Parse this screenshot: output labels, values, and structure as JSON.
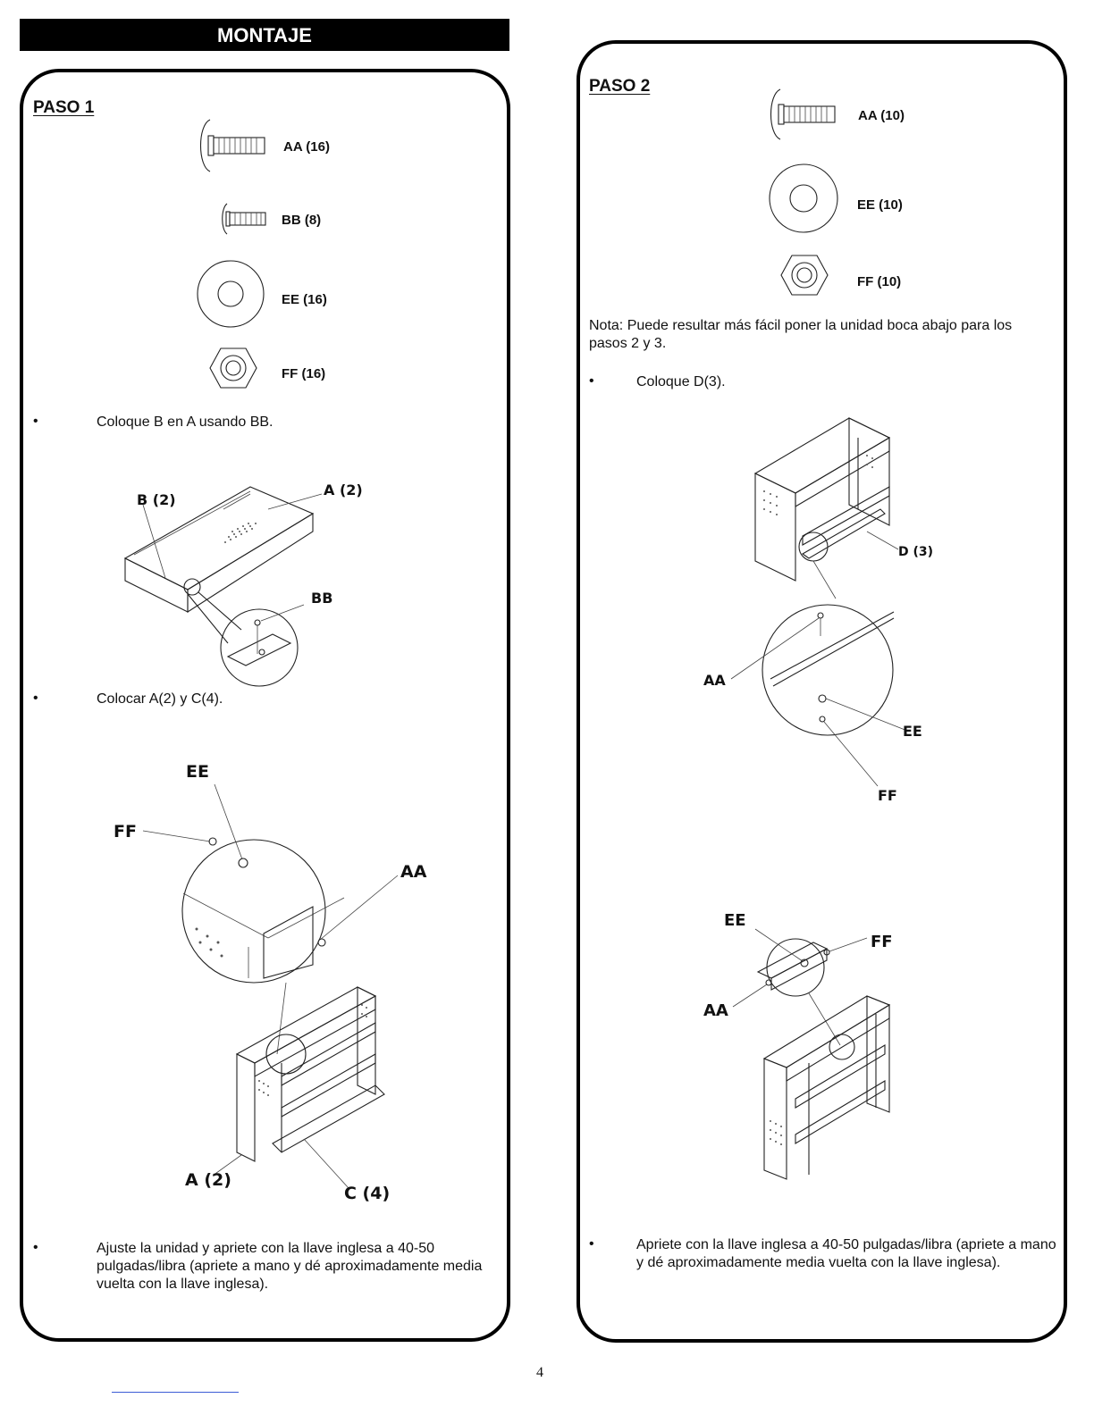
{
  "header": {
    "title": "MONTAJE"
  },
  "step1": {
    "title": "PASO 1",
    "hardware": [
      {
        "code": "AA (16)",
        "icon": "bolt-icon"
      },
      {
        "code": "BB (8)",
        "icon": "short-bolt-icon"
      },
      {
        "code": "EE (16)",
        "icon": "washer-icon"
      },
      {
        "code": "FF (16)",
        "icon": "hex-nut-icon"
      }
    ],
    "instructions": [
      "Coloque B en A usando BB.",
      "Colocar A(2) y C(4).",
      "Ajuste la unidad y apriete con la llave inglesa a  40-50 pulgadas/libra (apriete a mano y dé aproximadamente media vuelta con la llave inglesa)."
    ],
    "diagram1_labels": {
      "b": "B (2)",
      "a": "A (2)",
      "bb": "BB"
    },
    "diagram2_labels": {
      "ee": "EE",
      "ff": "FF",
      "aa": "AA",
      "a": "A (2)",
      "c": "C (4)"
    }
  },
  "step2": {
    "title": "PASO 2",
    "hardware": [
      {
        "code": "AA (10)",
        "icon": "bolt-icon"
      },
      {
        "code": "EE (10)",
        "icon": "washer-icon"
      },
      {
        "code": "FF (10)",
        "icon": "hex-nut-icon"
      }
    ],
    "note": "Nota: Puede resultar más fácil poner la unidad boca abajo para los pasos 2 y 3.",
    "instructions": [
      "Coloque D(3).",
      "Apriete con la llave inglesa a  40-50 pulgadas/libra (apriete a mano y dé aproximadamente media vuelta con la llave inglesa)."
    ],
    "diagram1_labels": {
      "d": "D (3)",
      "aa": "AA",
      "ee": "EE",
      "ff": "FF"
    },
    "diagram2_labels": {
      "ee": "EE",
      "ff": "FF",
      "aa": "AA"
    }
  },
  "page": {
    "number": "4"
  }
}
